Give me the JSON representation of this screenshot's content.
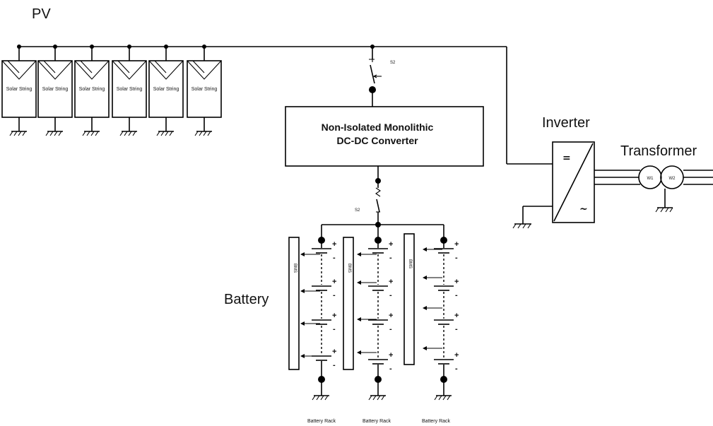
{
  "labels": {
    "pv": "PV",
    "inverter": "Inverter",
    "transformer": "Transformer",
    "battery": "Battery",
    "converter_line1": "Non-Isolated Monolithic",
    "converter_line2": "DC-DC Converter",
    "switch_top": "S2",
    "switch_bottom": "S2",
    "inverter_dc_symbol": "=",
    "inverter_ac_symbol": "~",
    "winding1": "W1",
    "winding2": "W2"
  },
  "solar_strings": [
    {
      "label": "Solar String"
    },
    {
      "label": "Solar String"
    },
    {
      "label": "Solar String"
    },
    {
      "label": "Solar String"
    },
    {
      "label": "Solar String"
    },
    {
      "label": "Solar String"
    }
  ],
  "battery_racks": [
    {
      "label": "Battery Rack",
      "bms": "BMS"
    },
    {
      "label": "Battery Rack",
      "bms": "BMS"
    },
    {
      "label": "Battery Rack",
      "bms": "BMS"
    }
  ],
  "cell_symbols": {
    "plus": "+",
    "minus": "-"
  }
}
